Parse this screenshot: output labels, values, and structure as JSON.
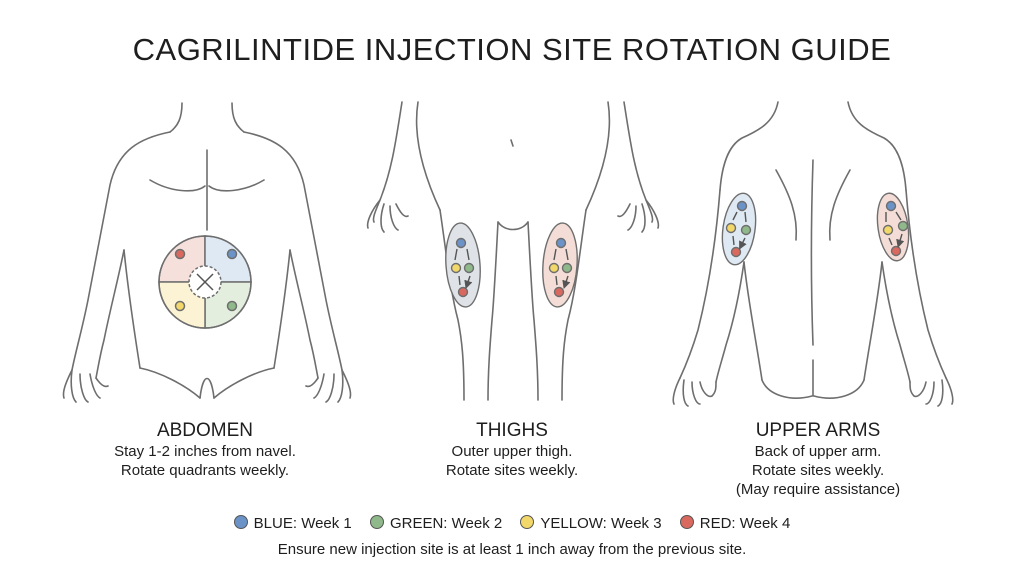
{
  "title": "CAGRILINTIDE INJECTION SITE ROTATION GUIDE",
  "panels": [
    {
      "heading": "ABDOMEN",
      "lines": [
        "Stay 1-2 inches from navel.",
        "Rotate quadrants weekly."
      ]
    },
    {
      "heading": "THIGHS",
      "lines": [
        "Outer upper thigh.",
        "Rotate sites weekly."
      ]
    },
    {
      "heading": "UPPER ARMS",
      "lines": [
        "Back of upper arm.",
        "Rotate sites weekly.",
        "(May require assistance)"
      ]
    }
  ],
  "legend": [
    {
      "label": "BLUE: Week 1",
      "color": "#6b93c7"
    },
    {
      "label": "GREEN: Week 2",
      "color": "#8fb98a"
    },
    {
      "label": "YELLOW: Week 3",
      "color": "#f2d86a"
    },
    {
      "label": "RED: Week 4",
      "color": "#d9695f"
    }
  ],
  "note": "Ensure new injection site is at least 1 inch away from the previous site.",
  "colors": {
    "outline": "#6e6e6e",
    "zone_fill": "#eef1f4",
    "zone_blue": "#dfe9f3",
    "zone_green": "#e4eedf",
    "zone_yellow": "#fbf3d3",
    "zone_red": "#f6e0dc"
  }
}
